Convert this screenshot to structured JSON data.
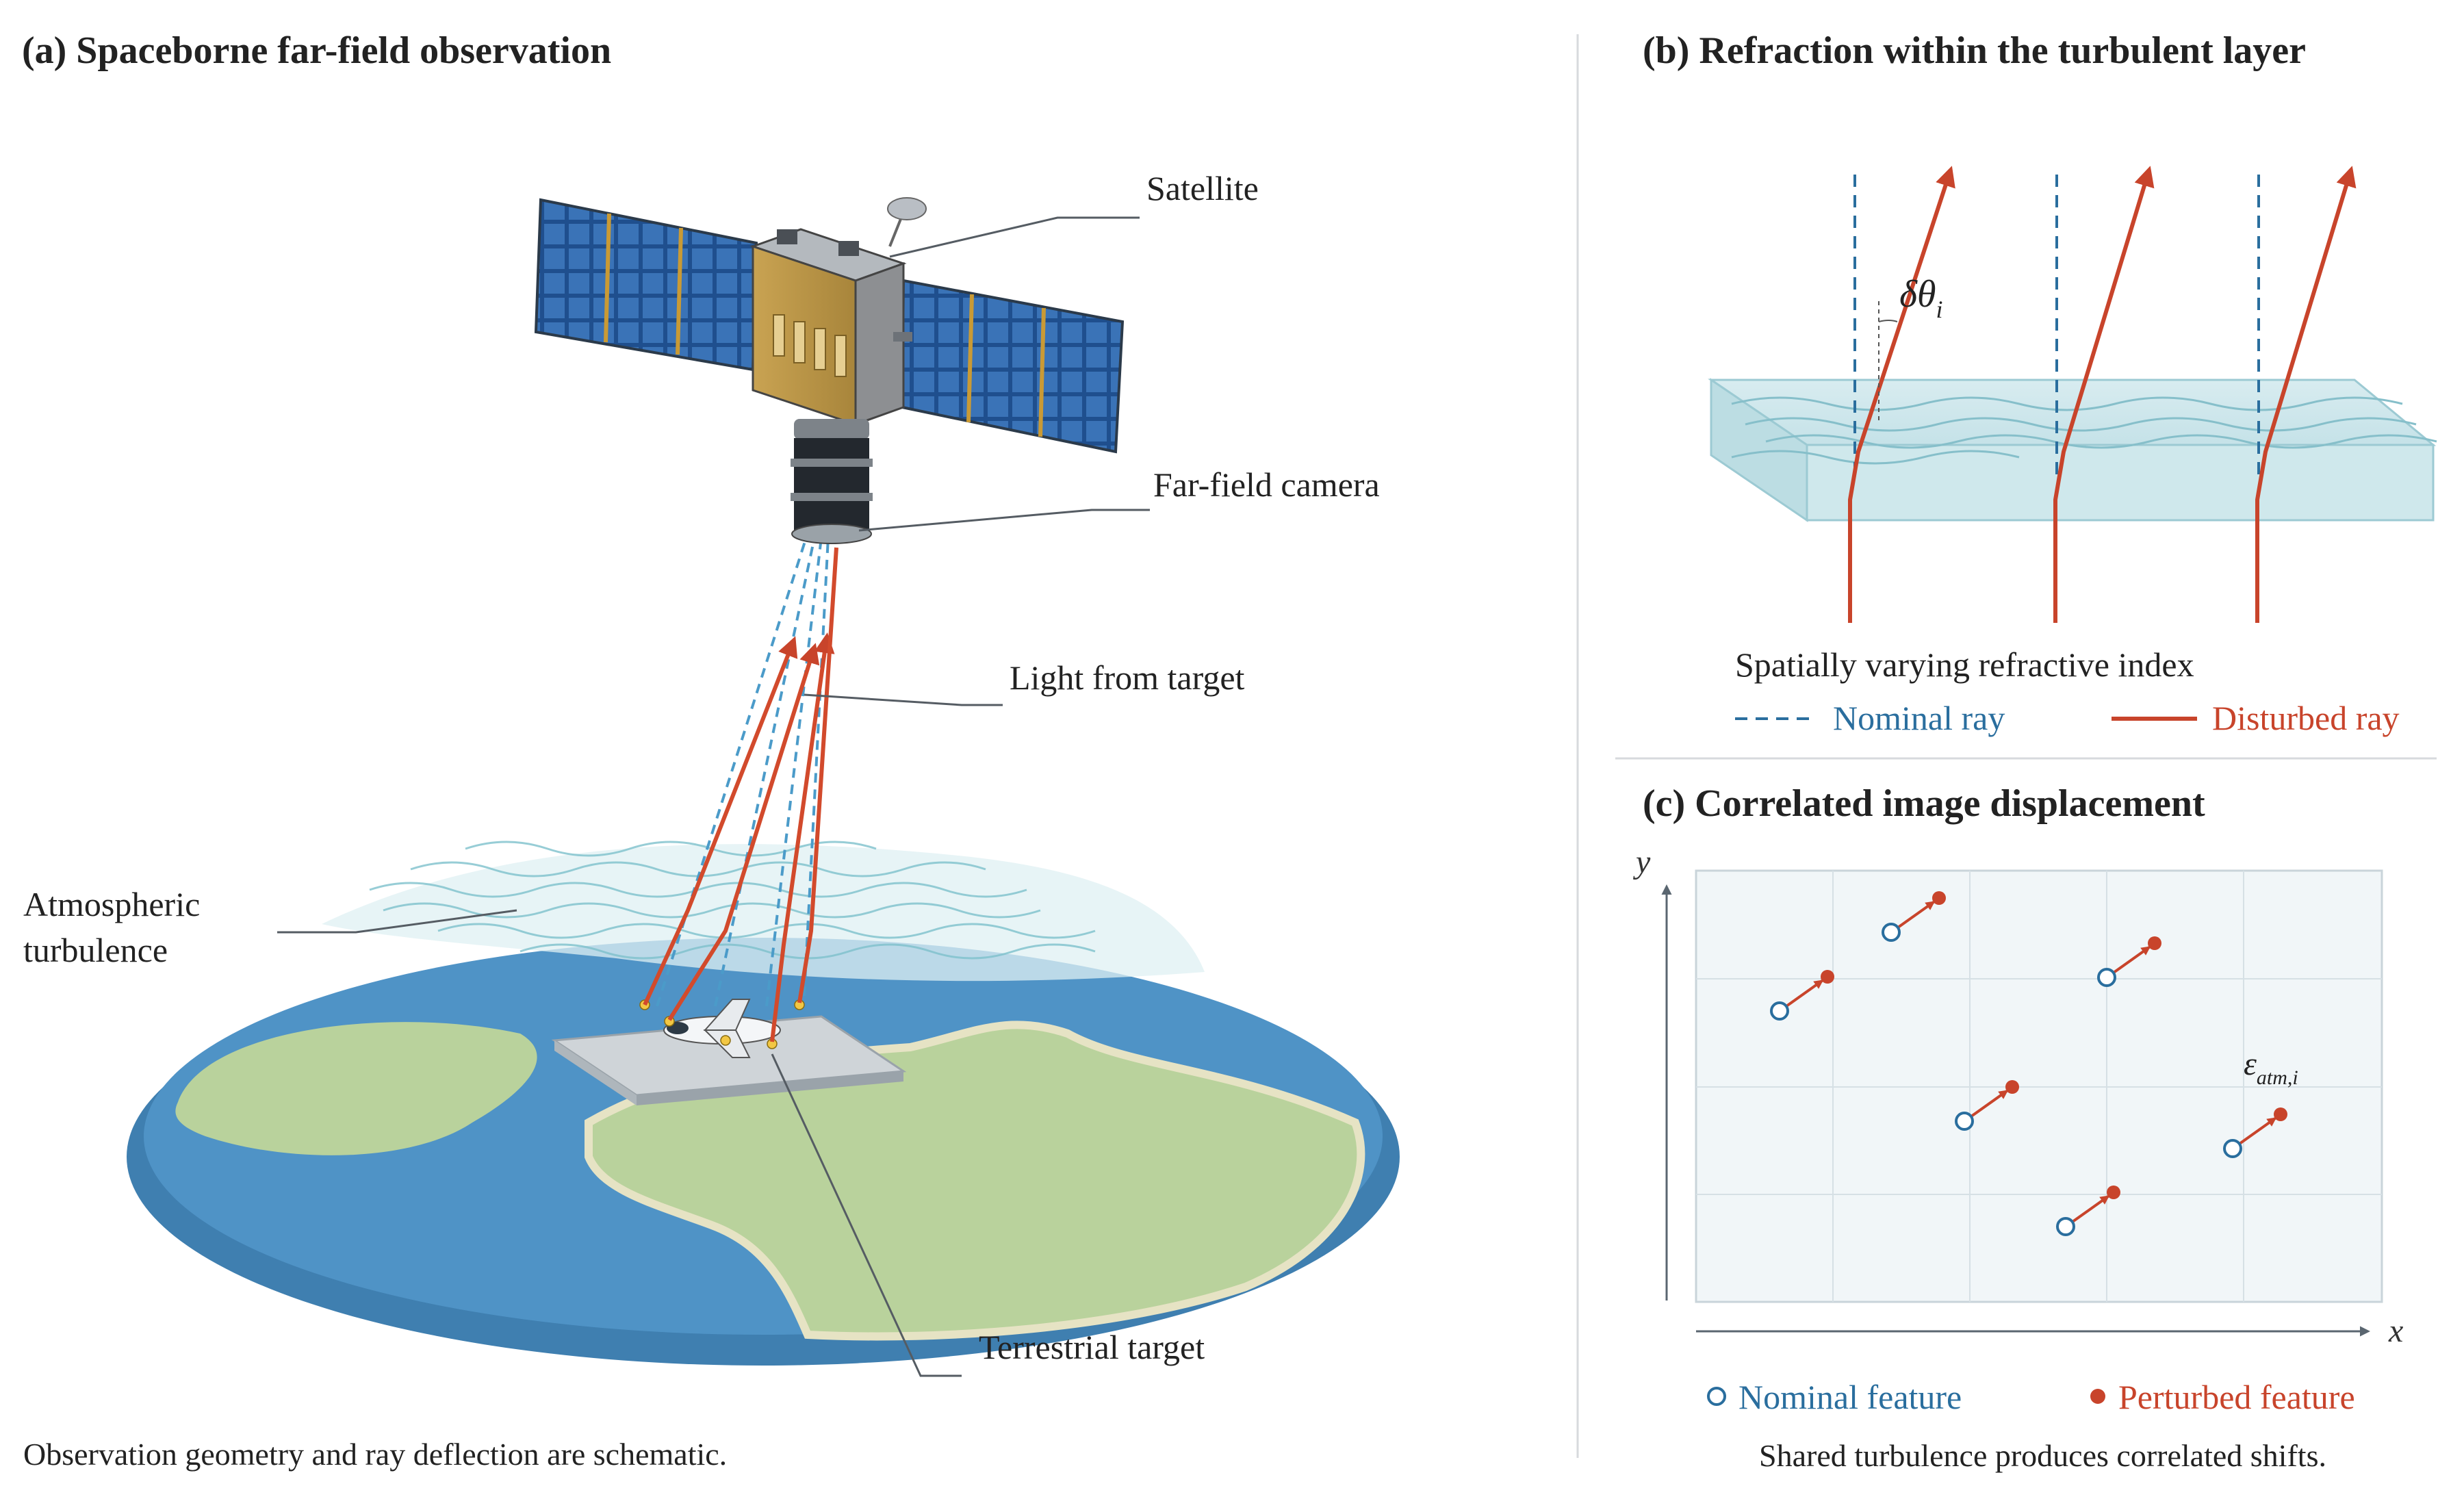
{
  "panels": {
    "a": {
      "title": "(a) Spaceborne far-field observation",
      "labels": {
        "satellite": "Satellite",
        "camera": "Far-field camera",
        "light": "Light from target",
        "atmo_line1": "Atmospheric",
        "atmo_line2": "turbulence",
        "target": "Terrestrial target"
      },
      "caption": "Observation geometry and ray deflection are schematic."
    },
    "b": {
      "title": "(b) Refraction within the turbulent layer",
      "angle_symbol": "δθ",
      "angle_subscript": "i",
      "layer_label": "Spatially varying refractive index",
      "legend": {
        "nominal": "Nominal ray",
        "disturbed": "Disturbed ray"
      }
    },
    "c": {
      "title": "(c) Correlated image displacement",
      "axis_x": "x",
      "axis_y": "y",
      "epsilon_symbol": "ε",
      "epsilon_subscript": "atm,i",
      "legend": {
        "nominal": "Nominal feature",
        "perturbed": "Perturbed feature"
      },
      "caption": "Shared turbulence produces correlated shifts."
    }
  },
  "colors": {
    "nominal": "#2a6e9e",
    "disturbed": "#c8442b",
    "ocean": "#4f93c6",
    "land": "#b9d29c",
    "panel": "#f1f6f8"
  }
}
